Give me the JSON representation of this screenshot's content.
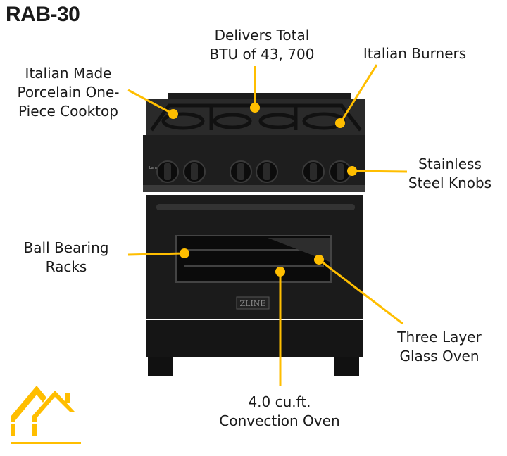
{
  "title": "RAB-30",
  "accent_color": "#FFBE00",
  "brand_badge": "ZLINE",
  "panel_label": "Lamp",
  "callouts": [
    {
      "id": "cooktop",
      "lines": [
        "Italian Made",
        "Porcelain One-",
        "Piece Cooktop"
      ]
    },
    {
      "id": "btu",
      "lines": [
        "Delivers Total",
        "BTU of 43, 700"
      ]
    },
    {
      "id": "burners",
      "lines": [
        "Italian Burners"
      ]
    },
    {
      "id": "knobs",
      "lines": [
        "Stainless",
        "Steel Knobs"
      ]
    },
    {
      "id": "racks",
      "lines": [
        "Ball Bearing",
        "Racks"
      ]
    },
    {
      "id": "glass",
      "lines": [
        "Three Layer",
        "Glass Oven"
      ]
    },
    {
      "id": "capacity",
      "lines": [
        "4.0 cu.ft.",
        "Convection Oven"
      ]
    }
  ],
  "logo": {
    "icon": "house-roofs-icon"
  }
}
